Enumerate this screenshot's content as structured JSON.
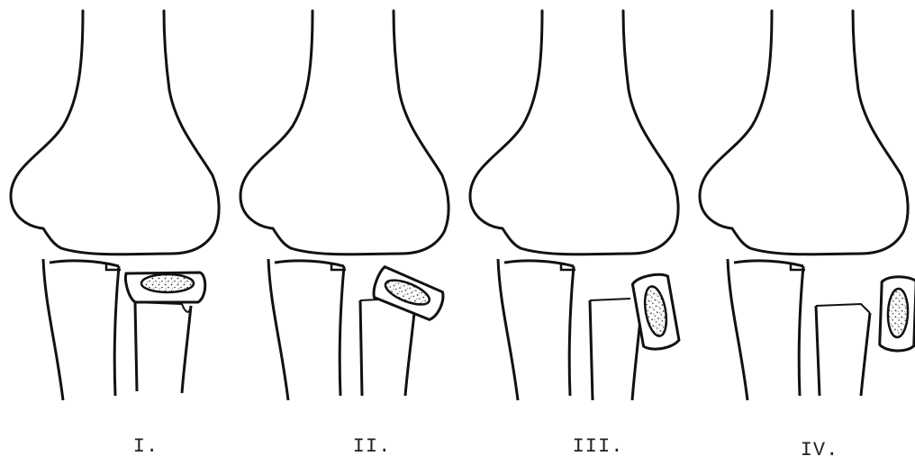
{
  "panels": [
    {
      "label": "I."
    },
    {
      "label": "II."
    },
    {
      "label": "III."
    },
    {
      "label": "IV."
    }
  ],
  "colors": {
    "stroke": "#111111",
    "background": "#ffffff",
    "stipple": "#333333"
  }
}
